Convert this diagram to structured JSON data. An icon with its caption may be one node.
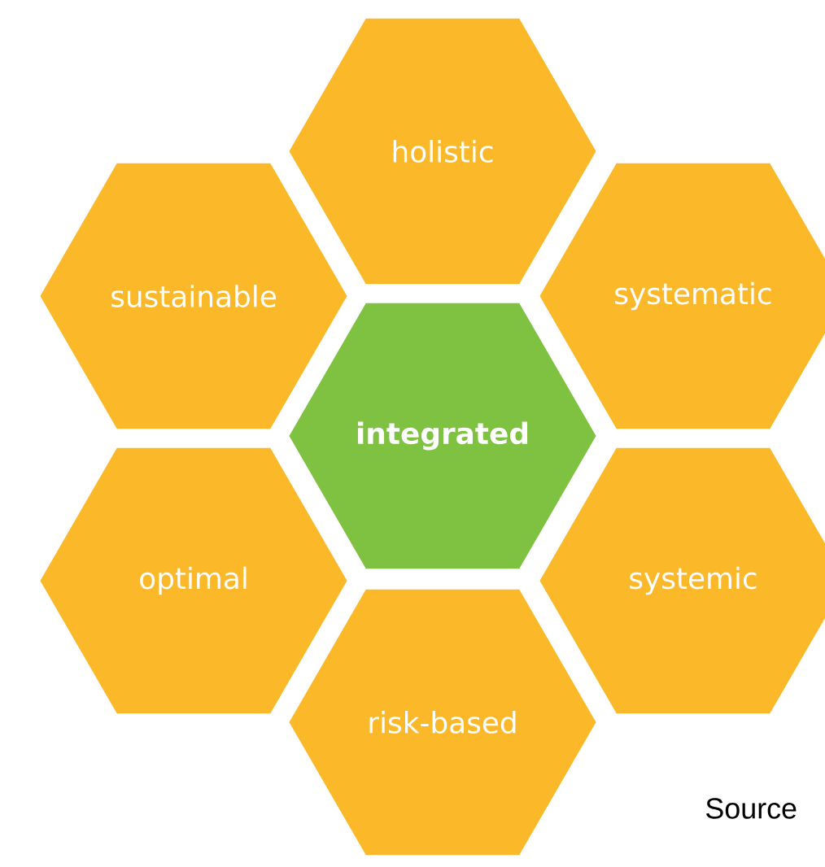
{
  "diagram": {
    "nodes": [
      {
        "text": [
          "holistic"
        ]
      },
      {
        "text": [
          "sustainable"
        ]
      },
      {
        "text": [
          "systematic"
        ]
      },
      {
        "text": [
          "integrated"
        ]
      },
      {
        "text": [
          "optimal"
        ]
      },
      {
        "text": [
          "systemic"
        ]
      },
      {
        "text": [
          "risk-based"
        ]
      }
    ],
    "labels": [
      "Source"
    ]
  }
}
